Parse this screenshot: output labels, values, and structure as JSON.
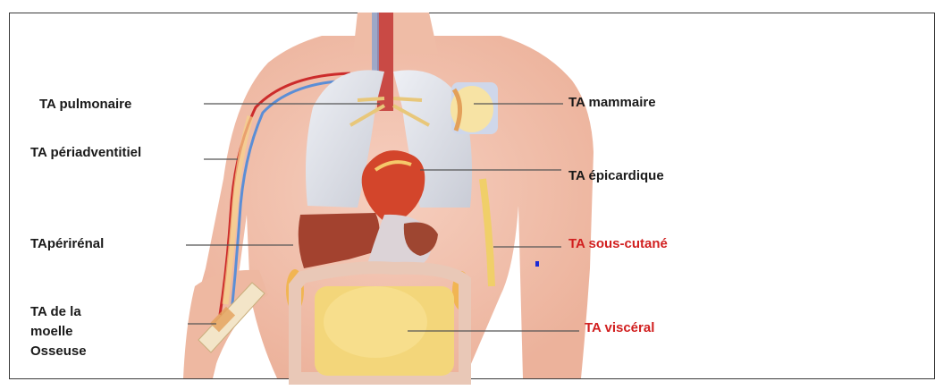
{
  "colors": {
    "label_default": "#1a1a1a",
    "label_highlight": "#d11f1f",
    "skin": "#f3c2ad",
    "leader_line": "#555555"
  },
  "labels": {
    "pulmonary": "TA  pulmonaire",
    "periadventitial": "TA périadventitiel",
    "perirenal": "TApérirénal",
    "bone_marrow": "TA  de la\nmoelle\nOsseuse",
    "mammary": "TA mammaire",
    "epicardial": "TA  épicardique",
    "subcutaneous": "TA   sous-cutané",
    "visceral": "TA  viscéral"
  }
}
